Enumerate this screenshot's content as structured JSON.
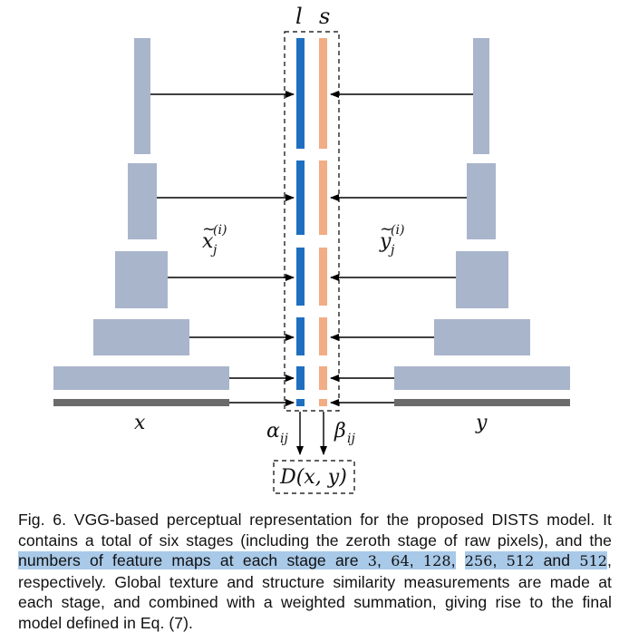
{
  "figure": {
    "labels": {
      "layer_l": "l",
      "layer_s": "s",
      "input_x": "x",
      "input_y": "y",
      "feat_x_base": "x",
      "feat_x_sub": "j",
      "feat_x_sup": "(i)",
      "feat_y_base": "y",
      "feat_y_sub": "j",
      "feat_y_sup": "(i)",
      "alpha": "α",
      "alpha_sub": "ij",
      "beta": "β",
      "beta_sub": "ij",
      "output": "D(x, y)"
    },
    "colors": {
      "feature_block": "#a9b5cb",
      "raw_pixel_bar": "#6b6b6b",
      "l_bar": "#1f6fc1",
      "s_bar": "#f2ad84",
      "arrow": "#000000",
      "dashed_border": "#000000"
    },
    "stage_count": 6
  },
  "caption": {
    "prefix": "Fig. 6.",
    "part1": " VGG-based perceptual representation for the proposed DISTS model. It contains a total of six stages (including the zeroth stage of raw pixels), and the ",
    "highlight_a": "numbers of feature maps at each stage are ",
    "n1": "3",
    "c1": ", ",
    "n2": "64",
    "c2": ", ",
    "n3": "128",
    "c3": ",",
    "sp3": " ",
    "n4": "256",
    "c4": ", ",
    "n5": "512",
    "and": " and ",
    "n6": "512",
    "part2": ", respectively. Global texture and structure similarity measurements are made at each stage, and combined with a weighted summation, giving rise to the final model defined in Eq. (7).",
    "highlight_color": "#a9c9e8"
  }
}
